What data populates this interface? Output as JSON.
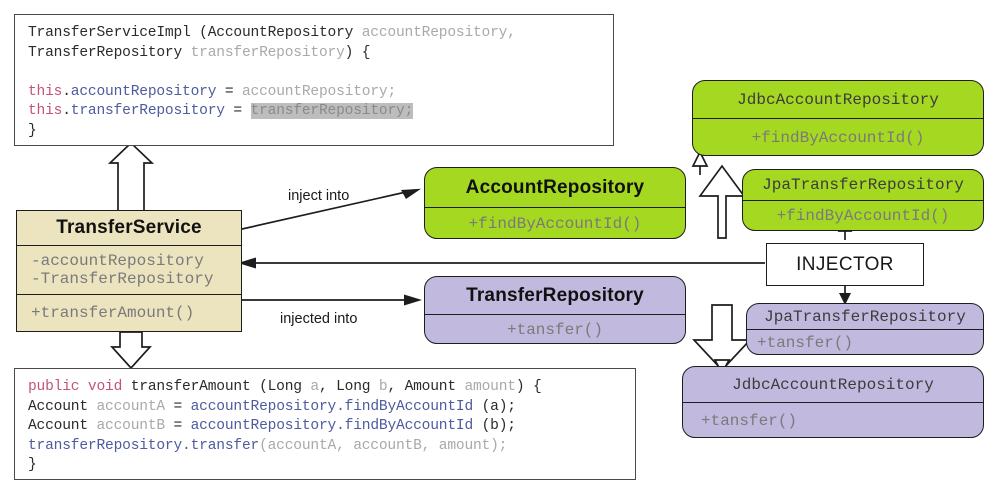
{
  "diagram": {
    "title": "Dependency Injection UML diagram"
  },
  "code_top": {
    "name": "constructor-code",
    "lines": [
      [
        {
          "t": "TransferServiceImpl (AccountRepository ",
          "c": "dark"
        },
        {
          "t": "accountRepository,",
          "c": "dim"
        }
      ],
      [
        {
          "t": "TransferRepository ",
          "c": "dark"
        },
        {
          "t": "transferRepository",
          "c": "dim"
        },
        {
          "t": ") {",
          "c": "dark"
        }
      ],
      [],
      [
        {
          "t": "this",
          "c": "kw"
        },
        {
          "t": ".",
          "c": "dark"
        },
        {
          "t": "accountRepository",
          "c": "nav"
        },
        {
          "t": " = ",
          "c": "dark"
        },
        {
          "t": "accountRepository;",
          "c": "dim"
        }
      ],
      [
        {
          "t": "this",
          "c": "kw"
        },
        {
          "t": ".",
          "c": "dark"
        },
        {
          "t": "transferRepository",
          "c": "nav"
        },
        {
          "t": " = ",
          "c": "dark"
        },
        {
          "t": "transferRepository;",
          "c": "hl"
        }
      ],
      [
        {
          "t": "}",
          "c": "dark"
        }
      ]
    ]
  },
  "code_bottom": {
    "name": "transfer-amount-code",
    "lines": [
      [
        {
          "t": "public void ",
          "c": "kw"
        },
        {
          "t": "transferAmount (Long ",
          "c": "dark"
        },
        {
          "t": "a",
          "c": "dim"
        },
        {
          "t": ", Long ",
          "c": "dark"
        },
        {
          "t": "b",
          "c": "dim"
        },
        {
          "t": ", Amount ",
          "c": "dark"
        },
        {
          "t": "amount",
          "c": "dim"
        },
        {
          "t": ") {",
          "c": "dark"
        }
      ],
      [
        {
          "t": "Account ",
          "c": "dark"
        },
        {
          "t": "accountA",
          "c": "dim"
        },
        {
          "t": " = ",
          "c": "dark"
        },
        {
          "t": "accountRepository.findByAccountId",
          "c": "nav"
        },
        {
          "t": " (a);",
          "c": "dark"
        }
      ],
      [
        {
          "t": "Account ",
          "c": "dark"
        },
        {
          "t": "accountB",
          "c": "dim"
        },
        {
          "t": " = ",
          "c": "dark"
        },
        {
          "t": "accountRepository.findByAccountId",
          "c": "nav"
        },
        {
          "t": " (b);",
          "c": "dark"
        }
      ],
      [
        {
          "t": "transferRepository.transfer",
          "c": "nav"
        },
        {
          "t": "(accountA, accountB, amount);",
          "c": "dim"
        }
      ],
      [
        {
          "t": "}",
          "c": "dark"
        }
      ]
    ]
  },
  "boxes": {
    "transfer_service": {
      "title": "TransferService",
      "fields": [
        "-accountRepository",
        "-TransferRepository"
      ],
      "methods": [
        "+transferAmount()"
      ],
      "color": "#ece3bf"
    },
    "account_repository": {
      "title": "AccountRepository",
      "methods": [
        "+findByAccountId()"
      ],
      "color": "#a4d821"
    },
    "transfer_repository": {
      "title": "TransferRepository",
      "methods": [
        "+tansfer()"
      ],
      "color": "#c2bade"
    },
    "jdbc_account_repository": {
      "title": "JdbcAccountRepository",
      "methods": [
        "+findByAccountId()"
      ],
      "color": "#a4d821"
    },
    "jpa_transfer_repository_green": {
      "title": "JpaTransferRepository",
      "methods": [
        "+findByAccountId()"
      ],
      "color": "#a4d821"
    },
    "jpa_transfer_repository_purple": {
      "title": "JpaTransferRepository",
      "methods": [
        "+tansfer()"
      ],
      "color": "#c2bade"
    },
    "jdbc_account_repository_purple": {
      "title": "JdbcAccountRepository",
      "methods": [
        "+tansfer()"
      ],
      "color": "#c2bade"
    }
  },
  "injector": {
    "label": "INJECTOR"
  },
  "connectors": {
    "inject_into": "inject into",
    "injected_into": "injected into"
  }
}
